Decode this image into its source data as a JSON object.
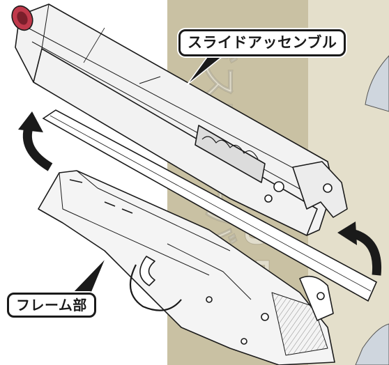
{
  "labels": {
    "slide_assembly": "スライドアッセンブル",
    "frame_part": "フレーム部"
  },
  "watermark": {
    "line1": "ガスブローバック",
    "line2": "1 0 0 5 7"
  },
  "colors": {
    "overlay_tan": "#c9c1a3",
    "overlay_light": "#e4dfcb",
    "line_art": "#1a1a1a",
    "muzzle_red": "#c0394b",
    "callout_border": "#1a1a1a"
  },
  "icons": {
    "rotate_left_arrow": "curved-arrow-counterclockwise",
    "rotate_right_arrow": "curved-arrow-clockwise"
  }
}
